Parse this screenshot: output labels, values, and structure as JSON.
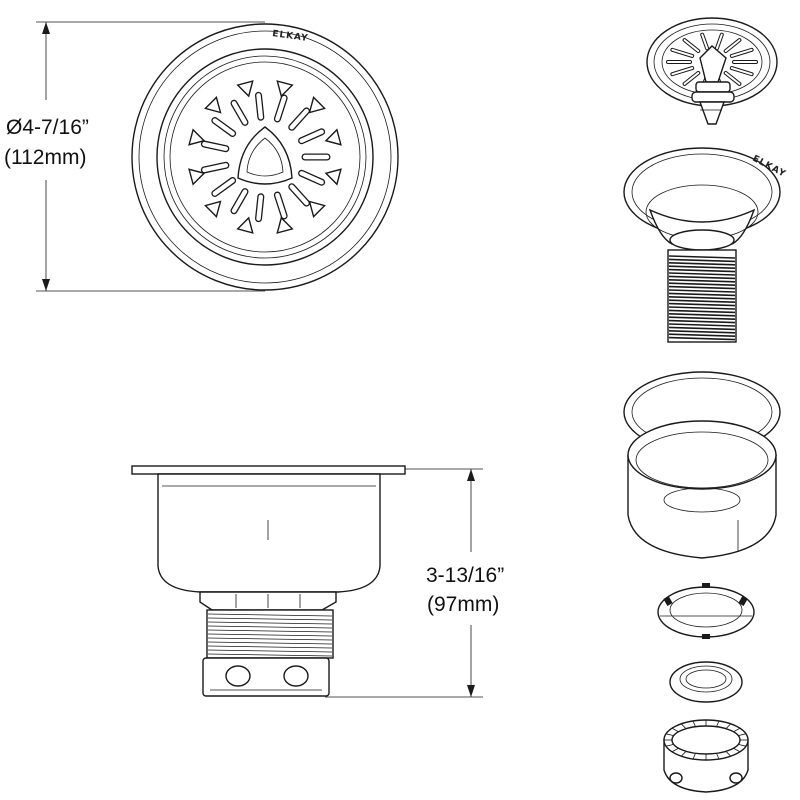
{
  "brand": {
    "name": "ELKAY"
  },
  "dimensions": {
    "diameter": {
      "imperial": "Ø4-7/16”",
      "metric": "(112mm)"
    },
    "height": {
      "imperial": "3-13/16”",
      "metric": "(97mm)"
    }
  },
  "colors": {
    "line": "#1a1a1a",
    "background": "#ffffff"
  },
  "icons": [
    "strainer-basket-icon",
    "strainer-body-icon",
    "gasket-flange-icon",
    "locknut-icon",
    "friction-ring-icon",
    "coupling-nut-icon"
  ]
}
